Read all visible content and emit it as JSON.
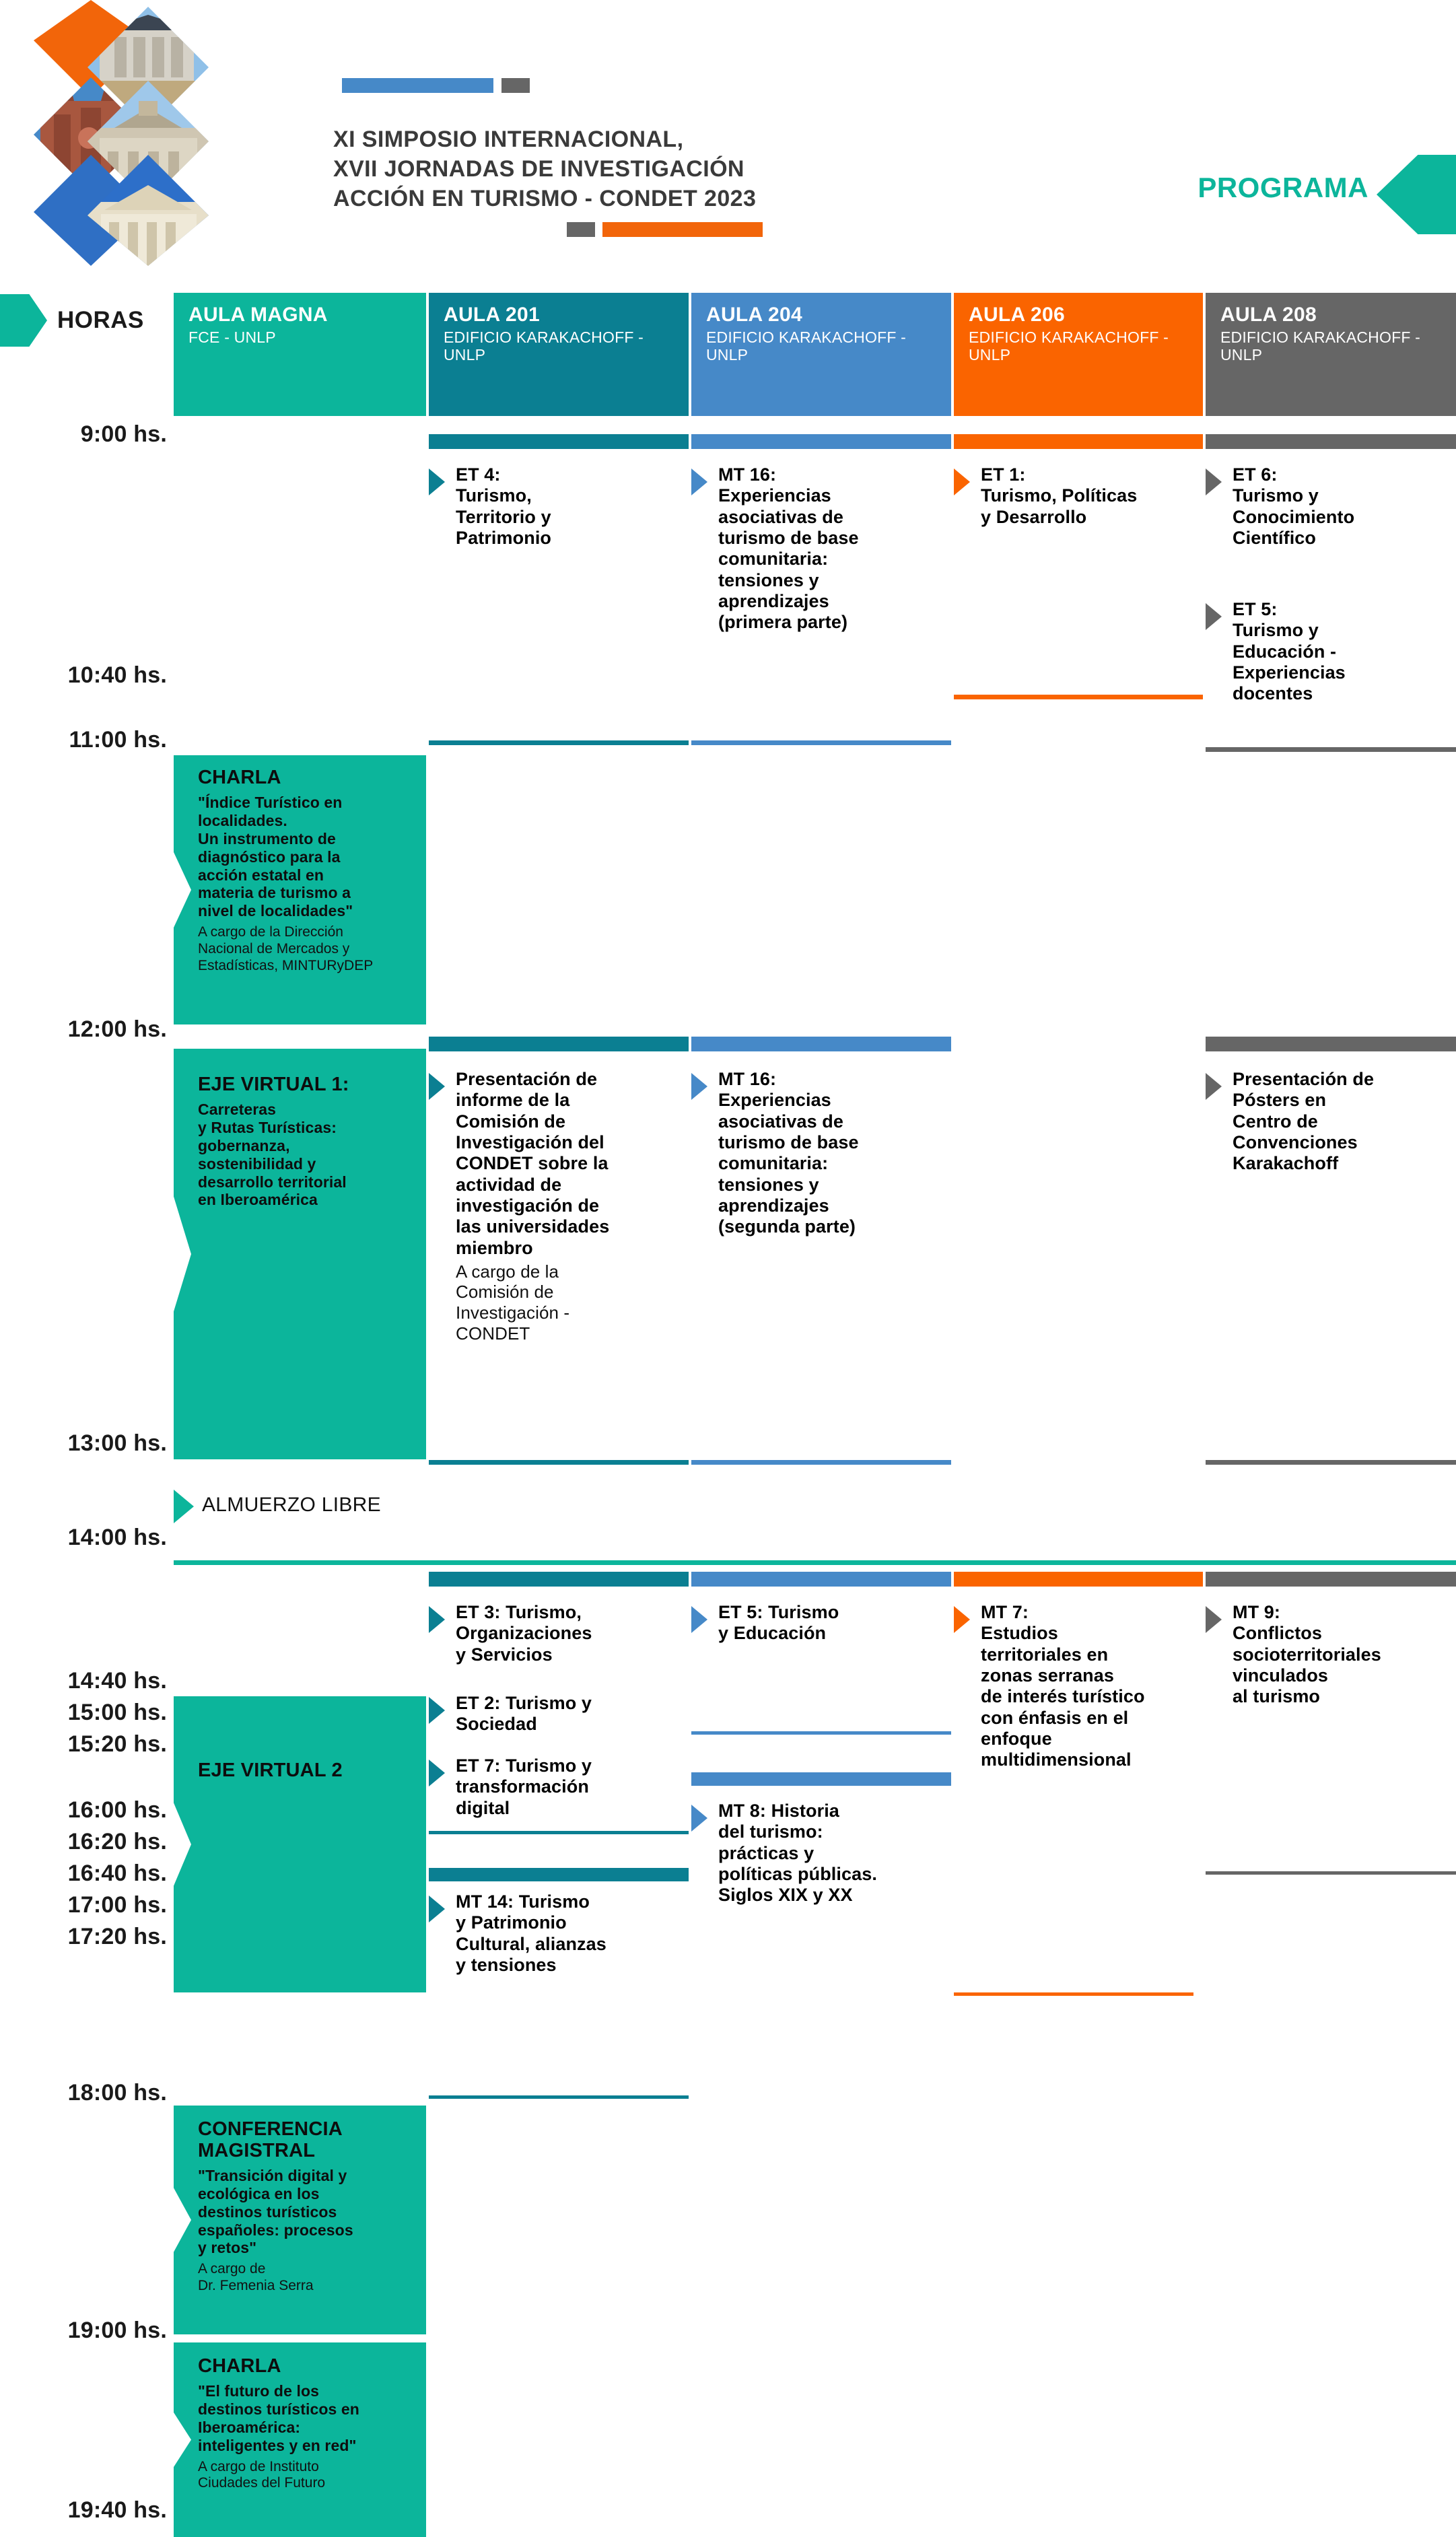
{
  "header": {
    "title_lines": [
      "XI SIMPOSIO INTERNACIONAL,",
      "XVII JORNADAS DE INVESTIGACIÓN",
      "ACCIÓN EN TURISMO - CONDET 2023"
    ],
    "programa_label": "PROGRAMA",
    "horas_label": "HORAS"
  },
  "colors": {
    "teal": "#0cb59b",
    "dark_teal": "#0b7f92",
    "blue": "#4689c8",
    "orange": "#fa6400",
    "grey": "#666666",
    "text": "#111111"
  },
  "columns": [
    {
      "name": "AULA MAGNA",
      "building": "FCE - UNLP",
      "color": "#0cb59b"
    },
    {
      "name": "AULA 201",
      "building": "EDIFICIO KARAKACHOFF - UNLP",
      "color": "#0b7f92"
    },
    {
      "name": "AULA 204",
      "building": "EDIFICIO KARAKACHOFF - UNLP",
      "color": "#4689c8"
    },
    {
      "name": "AULA 206",
      "building": "EDIFICIO KARAKACHOFF - UNLP",
      "color": "#fa6400"
    },
    {
      "name": "AULA 208",
      "building": "EDIFICIO KARAKACHOFF - UNLP",
      "color": "#666666"
    }
  ],
  "times": [
    "9:00 hs.",
    "10:40 hs.",
    "11:00 hs.",
    "12:00 hs.",
    "13:00 hs.",
    "14:00 hs.",
    "14:40 hs.",
    "15:00 hs.",
    "15:20 hs.",
    "16:00 hs.",
    "16:20 hs.",
    "16:40 hs.",
    "17:00 hs.",
    "17:20 hs.",
    "18:00 hs.",
    "19:00 hs.",
    "19:40 hs."
  ],
  "lunch": {
    "label": "ALMUERZO LIBRE"
  },
  "sessions": {
    "m_a201": {
      "title": "ET 4:\nTurismo,\nTerritorio y\nPatrimonio"
    },
    "m_a204": {
      "title": "MT 16:\nExperiencias\nasociativas de\nturismo de base\ncomunitaria:\ntensiones y\naprendizajes\n(primera parte)"
    },
    "m_a206": {
      "title": "ET 1:\nTurismo, Políticas\ny Desarrollo"
    },
    "m_a208_1": {
      "title": "ET 6:\nTurismo y\nConocimiento\nCientífico"
    },
    "m_a208_2": {
      "title": "ET 5:\nTurismo y\nEducación -\nExperiencias\ndocentes"
    },
    "charla_am": {
      "kicker": "CHARLA",
      "body": "\"Índice Turístico en\nlocalidades.\nUn instrumento de\ndiagnóstico para la\nacción estatal en\nmateria de turismo a\nnivel de localidades\"",
      "cargo": "A cargo de la Dirección\nNacional de Mercados y\nEstadísticas, MINTURyDEP"
    },
    "eje1": {
      "kicker": "EJE VIRTUAL 1:",
      "body": "Carreteras\ny Rutas Turísticas:\ngobernanza,\nsostenibilidad y\ndesarrollo territorial\nen Iberoamérica"
    },
    "n_a201": {
      "title": "Presentación de\ninforme de la\nComisión de\nInvestigación del\nCONDET sobre la\nactividad de\ninvestigación de\nlas universidades\nmiembro",
      "cargo": "A cargo de la\nComisión de\nInvestigación -\nCONDET"
    },
    "n_a204": {
      "title": "MT 16:\nExperiencias\nasociativas de\nturismo de base\ncomunitaria:\ntensiones y\naprendizajes\n(segunda parte)"
    },
    "n_a208": {
      "title": "Presentación de\nPósters en\nCentro de\nConvenciones\nKarakachoff"
    },
    "eje2": {
      "kicker": "EJE VIRTUAL 2"
    },
    "p_a201_1": {
      "title": "ET 3: Turismo,\nOrganizaciones\ny Servicios"
    },
    "p_a201_2": {
      "title": "ET 2: Turismo y\nSociedad"
    },
    "p_a201_3": {
      "title": "ET 7: Turismo y\ntransformación\ndigital"
    },
    "p_a201_4": {
      "title": "MT 14: Turismo\ny Patrimonio\nCultural, alianzas\ny tensiones"
    },
    "p_a204_1": {
      "title": "ET 5: Turismo\ny Educación"
    },
    "p_a204_2": {
      "title": "MT 8: Historia\ndel turismo:\nprácticas y\npolíticas públicas.\nSiglos XIX y XX"
    },
    "p_a206": {
      "title": "MT 7:\nEstudios\nterritoriales en\nzonas serranas\nde interés turístico\ncon énfasis en el\nenfoque\nmultidimensional"
    },
    "p_a208": {
      "title": "MT 9:\nConflictos\nsocioterritoriales\nvinculados\nal turismo"
    },
    "conferencia": {
      "kicker": "CONFERENCIA\nMAGISTRAL",
      "body": "\"Transición digital y\necológica en los\ndestinos turísticos\nespañoles: procesos\ny retos\"",
      "cargo": "A cargo de\nDr. Femenia Serra"
    },
    "charla_pm": {
      "kicker": "CHARLA",
      "body": "\"El futuro de los\ndestinos turísticos en\nIberoamérica:\ninteligentes  y  en  red\"",
      "cargo": "A cargo de Instituto\nCiudades del Futuro"
    }
  }
}
